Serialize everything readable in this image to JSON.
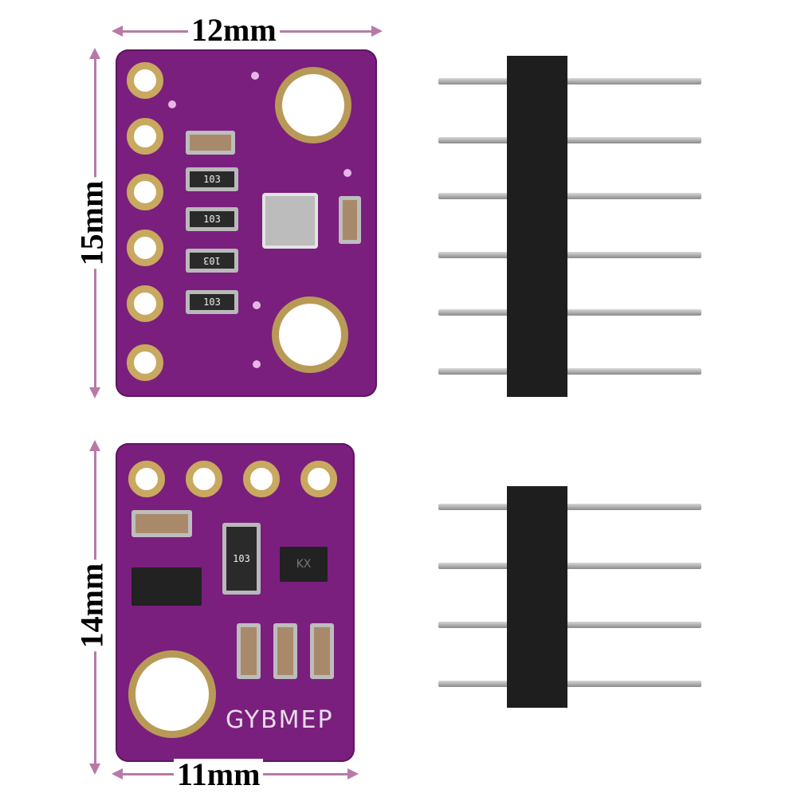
{
  "top_module": {
    "width_label": "12mm",
    "height_label": "15mm",
    "resistor_markings": [
      "103",
      "103",
      "103",
      "103"
    ],
    "pin_count": 6
  },
  "bottom_module": {
    "width_label": "11mm",
    "height_label": "14mm",
    "resistor_array_marking": "103",
    "ic_marking": "KX",
    "board_label": "GYBMEP",
    "pin_count": 4
  },
  "colors": {
    "pcb": "#7a1f7e",
    "dimension_arrow": "#b77aa8",
    "pad_gold": "#c9a860",
    "header_black": "#1e1e1e"
  }
}
